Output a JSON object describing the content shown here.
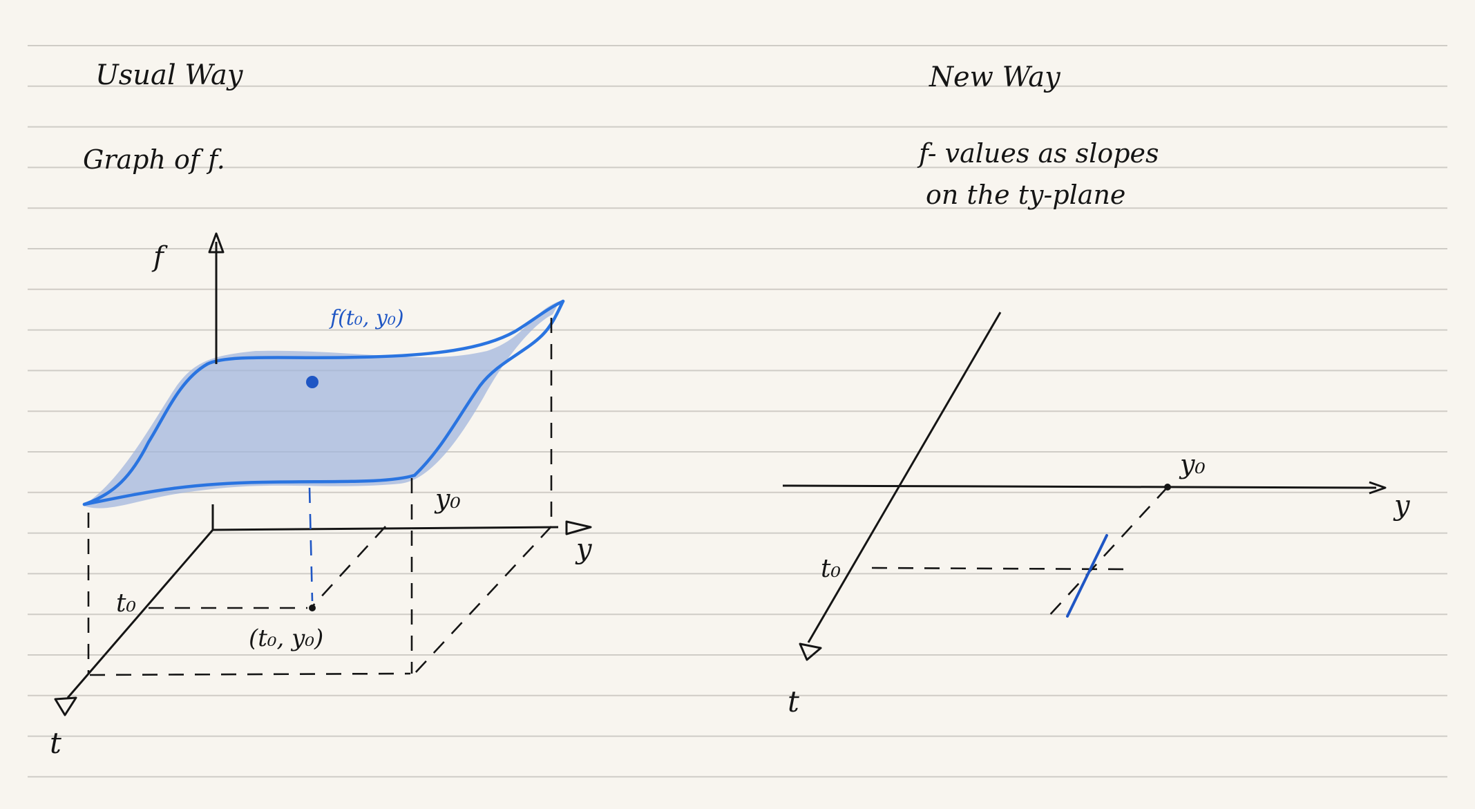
{
  "colors": {
    "paper": "#f8f5ef",
    "rule_line": "#cfccc6",
    "ink": "#151515",
    "blue_ink": "#1f56c4",
    "surface_fill": "#9fb4dc",
    "surface_stroke": "#2a74e0"
  },
  "left_panel": {
    "heading": "Usual Way",
    "subheading": "Graph of f.",
    "axis_f": "f",
    "axis_t": "t",
    "axis_y": "y",
    "surface_label": "f(t₀, y₀)",
    "t0_label": "t₀",
    "y0_label": "y₀",
    "point_label": "(t₀, y₀)"
  },
  "right_panel": {
    "heading": "New Way",
    "subheading_line1": "f- values as slopes",
    "subheading_line2": "on the ty-plane",
    "axis_t": "t",
    "axis_y": "y",
    "t0_label": "t₀",
    "y0_label": "y₀"
  }
}
